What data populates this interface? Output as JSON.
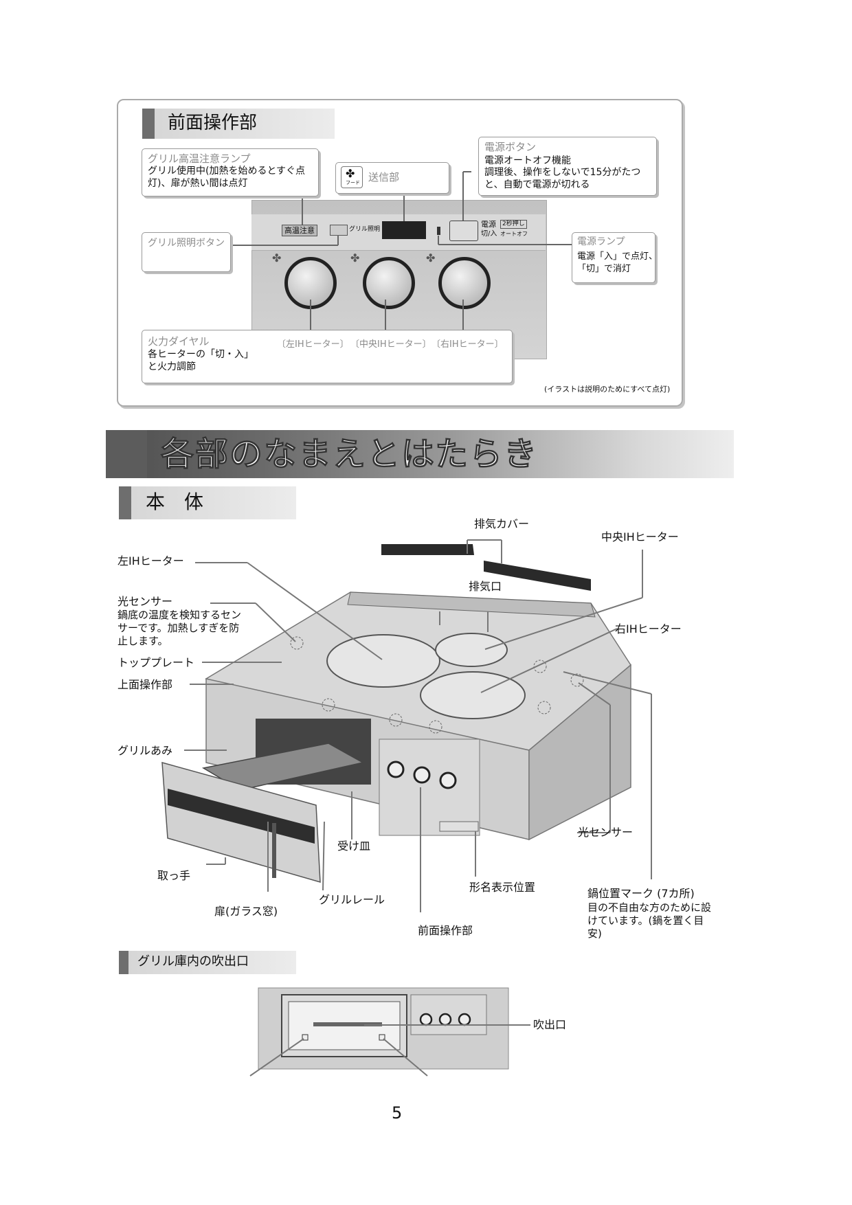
{
  "front_panel": {
    "heading": "前面操作部",
    "lamp_title": "グリル高温注意ランプ",
    "lamp_desc": "グリル使用中(加熱を始めるとすぐ点灯)、扉が熱い間は点灯",
    "transmitter_icon": "fan-hood-icon",
    "transmitter_icon_label": "フード",
    "transmitter": "送信部",
    "power_btn_title": "電源ボタン",
    "power_btn_sub": "電源オートオフ機能",
    "power_btn_desc": "調理後、操作をしないで15分がたつと、自動で電源が切れる",
    "grill_light_btn": "グリル照明ボタン",
    "power_lamp_title": "電源ランプ",
    "power_lamp_desc1": "電源「入」で点灯、",
    "power_lamp_desc2": "「切」で消灯",
    "dial_title": "火力ダイヤル",
    "dial_desc": "各ヒーターの「切・入」と火力調節",
    "dial_left": "〔左IHヒーター〕",
    "dial_center": "〔中央IHヒーター〕",
    "dial_right": "〔右IHヒーター〕",
    "panel_high_temp": "高温注意",
    "panel_grill_light": "グリル照明",
    "panel_power": "電源",
    "panel_power2": "切/入",
    "panel_hold": "2秒押し",
    "panel_auto_off": "オートオフ",
    "note": "(イラストは説明のためにすべて点灯)"
  },
  "main_title": "各部のなまえとはたらき",
  "body_section": {
    "heading": "本　体",
    "exhaust_cover": "排気カバー",
    "center_ih": "中央IHヒーター",
    "left_ih": "左IHヒーター",
    "light_sensor": "光センサー",
    "light_sensor_desc": "鍋底の温度を検知するセンサーです。加熱しすぎを防止します。",
    "exhaust_port": "排気口",
    "right_ih": "右IHヒーター",
    "top_plate": "トッププレート",
    "top_panel": "上面操作部",
    "grill_net": "グリルあみ",
    "drip_tray": "受け皿",
    "handle": "取っ手",
    "light_sensor2": "光センサー",
    "model_label": "形名表示位置",
    "pan_mark": "鍋位置マーク (7カ所)",
    "pan_mark_desc": "目の不自由な方のために設けています。(鍋を置く目安)",
    "door": "扉(ガラス窓)",
    "grill_rail": "グリルレール",
    "front_panel": "前面操作部"
  },
  "vent_section": {
    "heading": "グリル庫内の吹出口",
    "outlet": "吹出口"
  },
  "page_number": "5",
  "colors": {
    "dark_band": "#555555",
    "light_band": "#e4e4e4",
    "panel": "#c8c8c8"
  }
}
